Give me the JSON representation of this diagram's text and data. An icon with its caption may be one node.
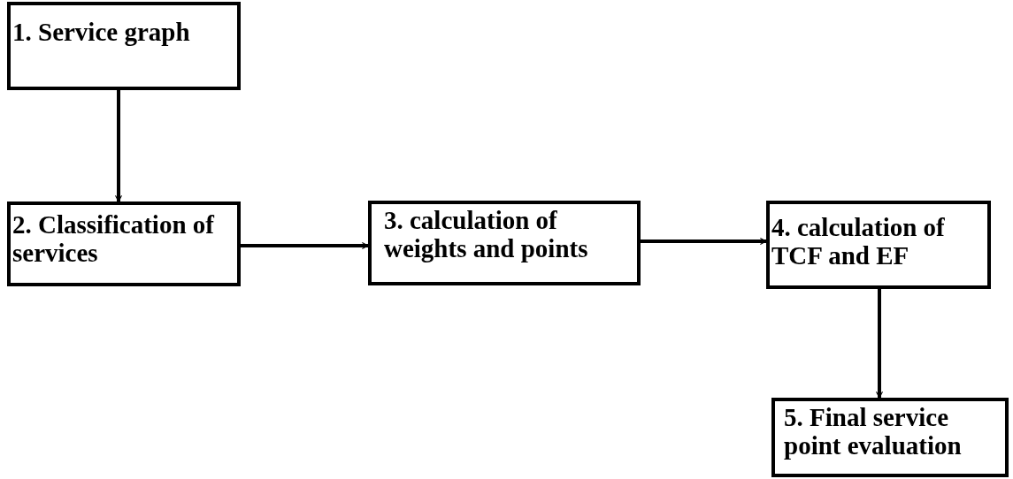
{
  "diagram": {
    "nodes": [
      {
        "text": [
          "1. Service graph"
        ]
      },
      {
        "text": [
          "2. Classification of services"
        ]
      },
      {
        "text": [
          "3. calculation of weights and points"
        ]
      },
      {
        "text": [
          "4. calculation of TCF and EF"
        ]
      },
      {
        "text": [
          "5. Final service point evaluation"
        ]
      }
    ],
    "edges": [
      {
        "from": 0,
        "to": 1,
        "arrow": "to"
      },
      {
        "from": 1,
        "to": 2,
        "arrow": "to"
      },
      {
        "from": 2,
        "to": 3,
        "arrow": "to"
      },
      {
        "from": 3,
        "to": 4,
        "arrow": "to"
      }
    ]
  }
}
